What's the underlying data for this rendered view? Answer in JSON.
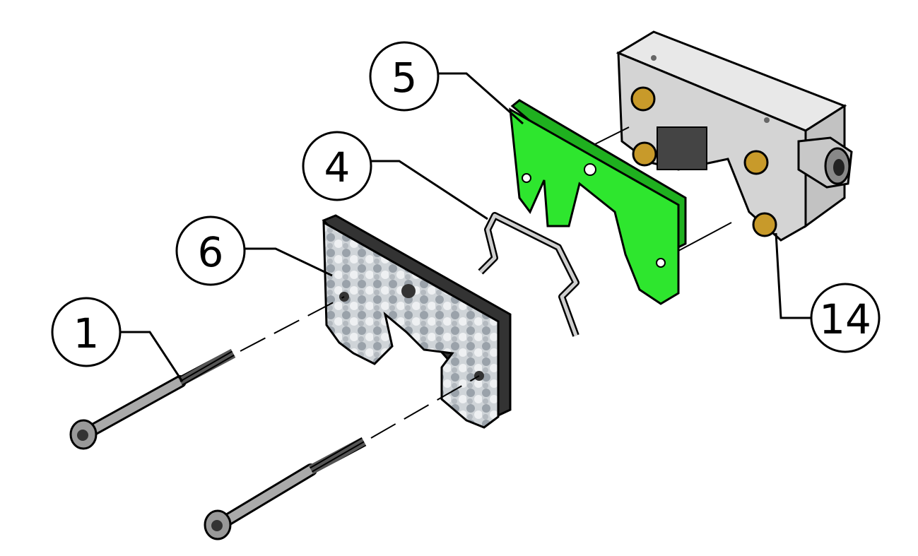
{
  "diagram": {
    "type": "exploded-assembly",
    "callouts": [
      {
        "id": "bolt",
        "label": "1"
      },
      {
        "id": "wiper",
        "label": "4"
      },
      {
        "id": "end-plate",
        "label": "5"
      },
      {
        "id": "end-seal",
        "label": "6"
      },
      {
        "id": "carriage-block",
        "label": "14"
      }
    ],
    "colors": {
      "green_plate": "#2ee62e",
      "block_grey": "#d4d4d4",
      "brass": "#c89a2a",
      "seal_grey": "#c8ccd0",
      "outline": "#000000"
    }
  }
}
